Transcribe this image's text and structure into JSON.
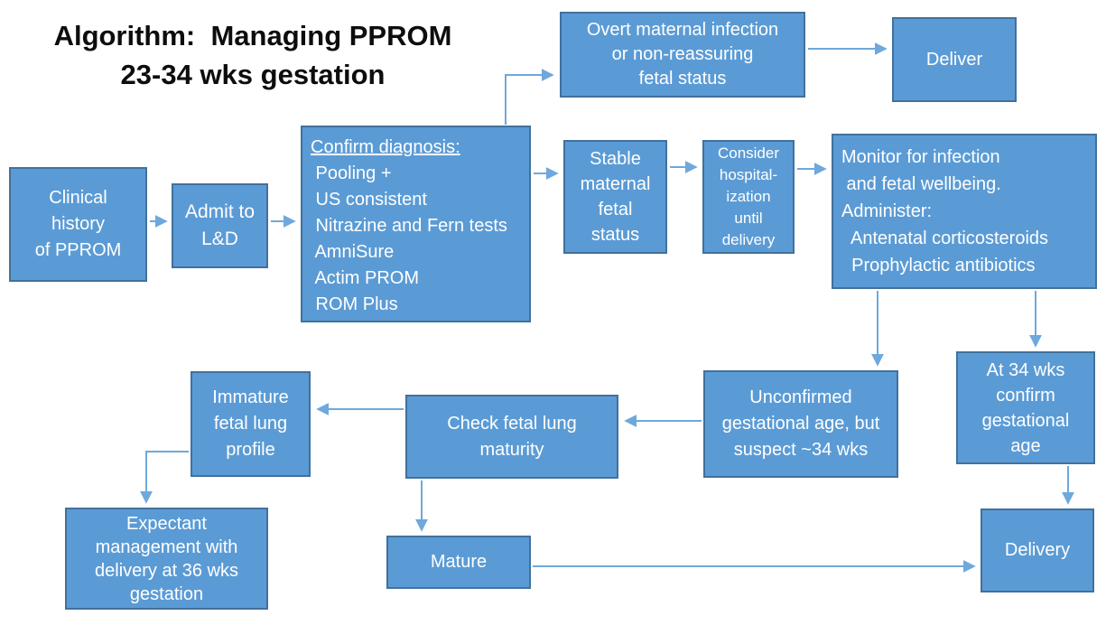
{
  "colors": {
    "background": "#ffffff",
    "box_fill": "#5b9bd5",
    "box_border": "#41719c",
    "box_text": "#ffffff",
    "arrow": "#6fa8dc",
    "title_text": "#0d0d0d"
  },
  "title": {
    "line1": "Algorithm:  Managing PPROM",
    "line2": "23-34 wks gestation"
  },
  "nodes": {
    "clinical_history": {
      "lines": [
        "Clinical",
        "history",
        "of PPROM"
      ]
    },
    "admit": {
      "lines": [
        "Admit to",
        "L&D"
      ]
    },
    "confirm": {
      "heading": "Confirm diagnosis:",
      "lines": [
        " Pooling +",
        " US consistent",
        " Nitrazine and Fern tests",
        " AmniSure",
        " Actim PROM",
        " ROM Plus"
      ]
    },
    "overt": {
      "lines": [
        "Overt maternal infection",
        "or non-reassuring",
        "fetal status"
      ]
    },
    "deliver": {
      "lines": [
        "Deliver"
      ]
    },
    "stable": {
      "lines": [
        "Stable",
        "maternal",
        "fetal",
        "status"
      ]
    },
    "consider": {
      "lines": [
        "Consider",
        "hospital-",
        "ization",
        "until",
        "delivery"
      ]
    },
    "monitor": {
      "lines": [
        "Monitor for infection",
        " and fetal wellbeing.",
        "Administer:",
        "  Antenatal corticosteroids",
        "  Prophylactic antibiotics"
      ]
    },
    "unconfirmed": {
      "lines": [
        "Unconfirmed",
        "gestational age, but",
        "suspect ~34 wks"
      ]
    },
    "at34": {
      "lines": [
        "At 34 wks",
        "confirm",
        "gestational",
        "age"
      ]
    },
    "immature": {
      "lines": [
        "Immature",
        "fetal lung",
        "profile"
      ]
    },
    "check": {
      "lines": [
        "Check fetal lung",
        "maturity"
      ]
    },
    "expectant": {
      "lines": [
        "Expectant",
        "management with",
        "delivery at 36 wks",
        "gestation"
      ]
    },
    "mature": {
      "lines": [
        "Mature"
      ]
    },
    "delivery": {
      "lines": [
        "Delivery"
      ]
    }
  }
}
